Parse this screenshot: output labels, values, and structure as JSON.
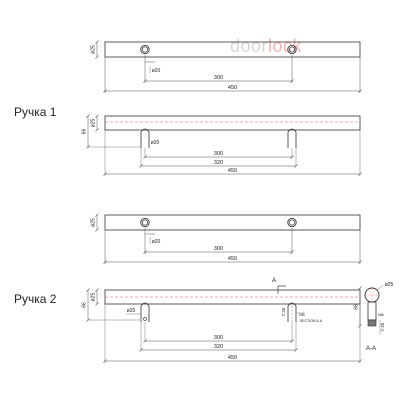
{
  "labels": {
    "handle1": "Ручка 1",
    "handle2": "Ручка 2"
  },
  "watermark": {
    "part1": "door",
    "part2": "lock",
    "accent": "#e05050"
  },
  "dims": {
    "d20": "ø20",
    "d25": "ø25",
    "l300": "300",
    "l320": "320",
    "l450": "450",
    "h25": "ø25",
    "h66": "66",
    "h725": "7.25",
    "m6": "M6",
    "section_ref": "A",
    "section_label": "SECTION A-A",
    "section_caption": "A-A"
  },
  "colors": {
    "line": "#333333",
    "dim": "#555555",
    "center": "#e05050"
  }
}
